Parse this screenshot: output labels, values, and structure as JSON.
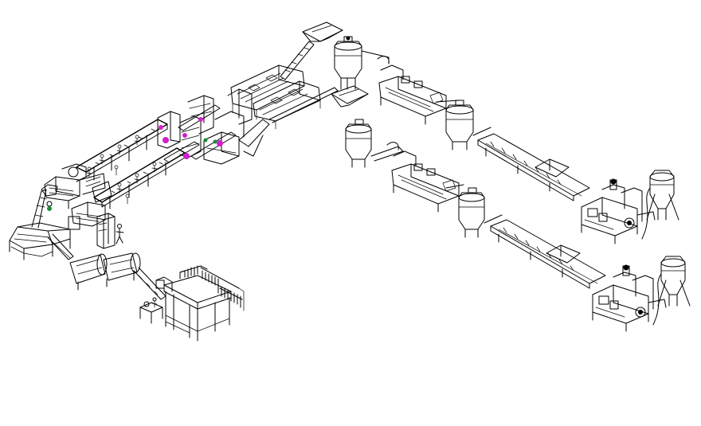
{
  "colors": {
    "background": "#ffffff",
    "line": "#000000",
    "accent_magenta": "#d020c8",
    "accent_green": "#1a8a3a"
  },
  "drawing": {
    "sections": [
      "shredding-and-sorting-area",
      "sorting-conveyor-lines",
      "washing-tanks",
      "silos-and-feeders",
      "upper-extrusion-line",
      "lower-extrusion-line",
      "drum-washer",
      "platform-structure"
    ]
  }
}
